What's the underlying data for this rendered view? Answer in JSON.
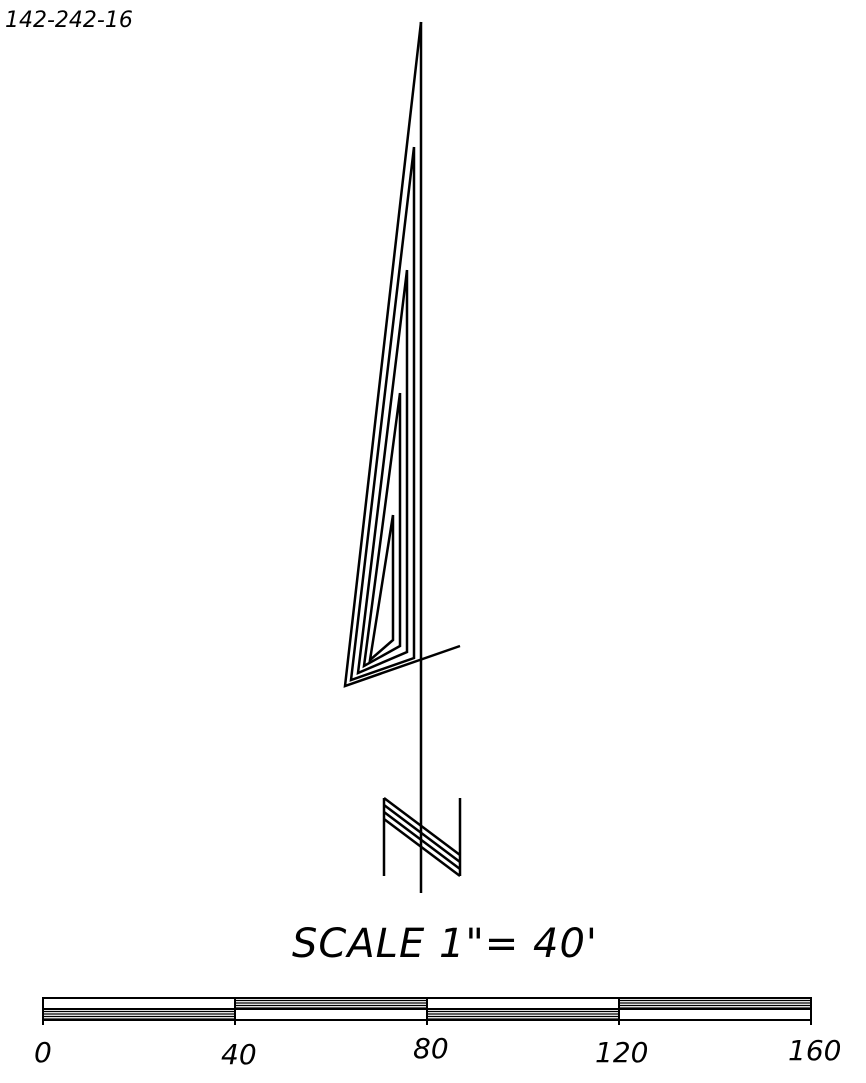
{
  "sheet_id": "142-242-16",
  "north_arrow": {
    "label": "N"
  },
  "scale": {
    "title": "SCALE 1\"= 40'",
    "tick_labels": [
      "0",
      "40",
      "80",
      "120",
      "160"
    ],
    "segments": [
      {
        "from": 0,
        "to": 40
      },
      {
        "from": 40,
        "to": 80
      },
      {
        "from": 80,
        "to": 120
      },
      {
        "from": 120,
        "to": 160
      }
    ]
  },
  "colors": {
    "ink": "#000000",
    "paper": "#ffffff"
  }
}
